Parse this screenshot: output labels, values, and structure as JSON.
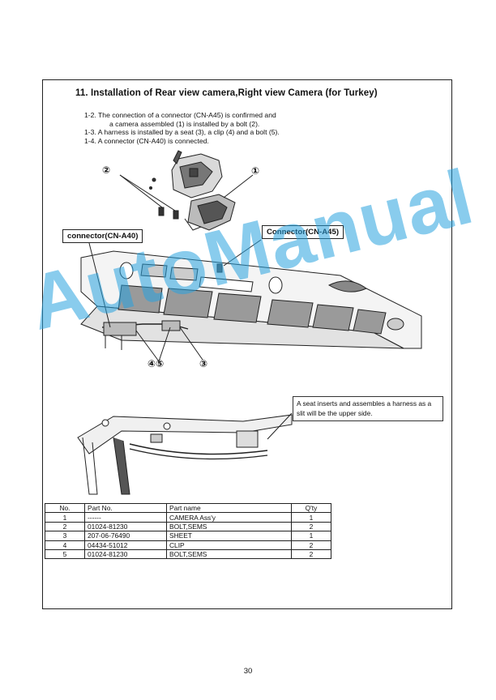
{
  "section_title": "11. Installation of  Rear view camera,Right view Camera   (for Turkey)",
  "steps": [
    "1-2.  The connection of a connector (CN-A45) is confirmed and",
    "a camera assembled (1) is installed by a bolt (2).",
    "1-3.  A harness is installed by a seat (3), a clip (4) and a bolt (5).",
    "1-4.  A connector (CN-A40) is connected."
  ],
  "labels": {
    "connector_a40": "connector(CN-A40)",
    "connector_a45": "Connector(CN-A45)",
    "note": "A seat inserts and assembles a harness as a slit will be the upper side.",
    "callout_1": "①",
    "callout_2": "②",
    "callout_3": "③",
    "callout_45": "④⑤"
  },
  "watermark": "AutoManual",
  "parts_table": {
    "headers": [
      "No.",
      "Part No.",
      "Part name",
      "Q'ty"
    ],
    "rows": [
      [
        "1",
        "------",
        "CAMERA Ass'y",
        "1"
      ],
      [
        "2",
        "01024-81230",
        "BOLT,SEMS",
        "2"
      ],
      [
        "3",
        "207-06-76490",
        "SHEET",
        "1"
      ],
      [
        "4",
        "04434-51012",
        "CLIP",
        "2"
      ],
      [
        "5",
        "01024-81230",
        "BOLT,SEMS",
        "2"
      ]
    ]
  },
  "page_number": "30"
}
